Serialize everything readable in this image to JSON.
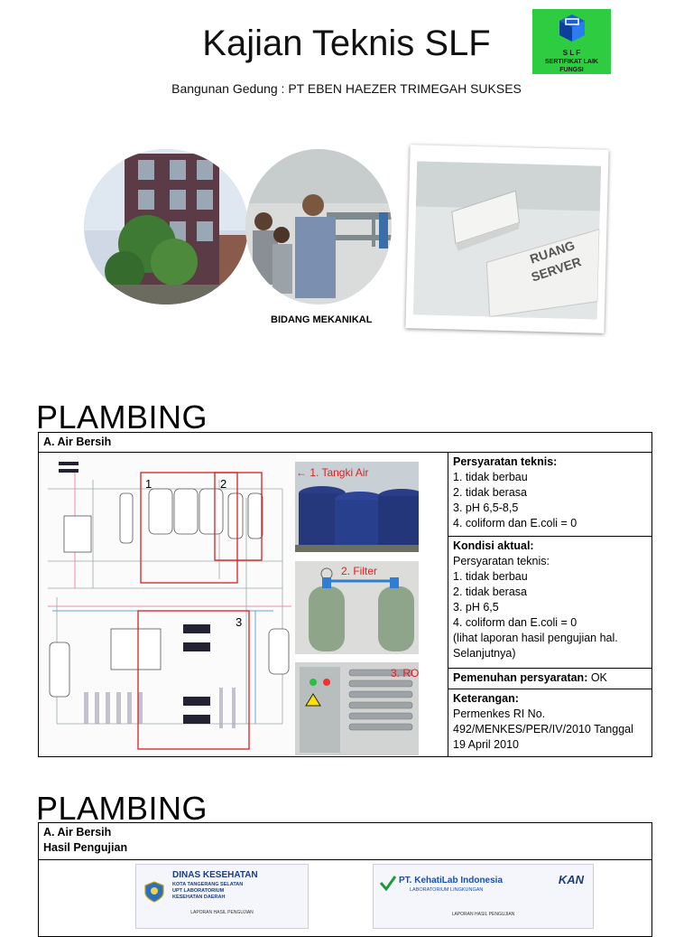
{
  "header": {
    "title": "Kajian Teknis SLF",
    "subtitle": "Bangunan Gedung : PT EBEN HAEZER TRIMEGAH SUKSES",
    "logo": {
      "mark": "S L F",
      "line1": "SERTIFIKAT LAIK",
      "line2": "FUNGSI",
      "color": "#2ecc40"
    }
  },
  "photos": {
    "caption": "BIDANG  MEKANIKAL",
    "server_sign_line1": "RUANG",
    "server_sign_line2": "SERVER"
  },
  "section1": {
    "heading": "PLAMBING",
    "row_title": "A. Air Bersih",
    "diagram_labels": {
      "zone1": "1",
      "zone2": "2",
      "zone3": "3"
    },
    "photo_labels": {
      "tank": "← 1. Tangki Air",
      "filter": "2. Filter",
      "ro": "3. RO"
    },
    "requirements": {
      "heading": "Persyaratan teknis:",
      "items": [
        "1. tidak berbau",
        "2. tidak berasa",
        "3. pH 6,5-8,5",
        "4. coliform dan E.coli = 0"
      ]
    },
    "actual": {
      "heading": "Kondisi aktual:",
      "sub": "Persyaratan teknis:",
      "items": [
        "1. tidak berbau",
        "2. tidak berasa",
        "3. pH 6,5",
        "4. coliform dan E.coli = 0",
        "(lihat laporan hasil pengujian hal. Selanjutnya)"
      ]
    },
    "compliance": {
      "label": "Pemenuhan persyaratan:",
      "value": " OK"
    },
    "notes": {
      "label": "Keterangan:",
      "text": "Permenkes RI No. 492/MENKES/PER/IV/2010 Tanggal 19 April 2010"
    }
  },
  "section2": {
    "heading": "PLAMBING",
    "row_title": "A.  Air Bersih",
    "row_subtitle": "Hasil Pengujian",
    "doc1": {
      "title": "DINAS KESEHATAN",
      "l1": "KOTA TANGERANG SELATAN",
      "l2": "UPT LABORATORIUM",
      "l3": "KESEHATAN DAERAH",
      "foot": "LAPORAN HASIL PENGUJIAN"
    },
    "doc2": {
      "title": "PT. KehatiLab Indonesia",
      "sub": "LABORATORIUM LINGKUNGAN",
      "badge": "KAN",
      "foot": "LAPORAN HASIL PENGUJIAN"
    }
  }
}
